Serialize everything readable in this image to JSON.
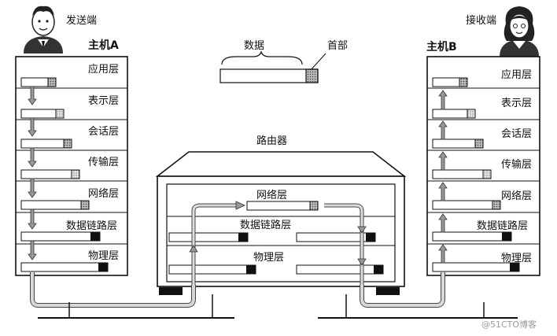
{
  "sender": {
    "role": "发送端",
    "host": "主机A"
  },
  "receiver": {
    "role": "接收端",
    "host": "主机B"
  },
  "legend": {
    "data": "数据",
    "header": "首部"
  },
  "router": {
    "title": "路由器",
    "layers": [
      "网络层",
      "数据链路层",
      "物理层"
    ]
  },
  "host_layers": [
    "应用层",
    "表示层",
    "会话层",
    "传输层",
    "网络层",
    "数据链路层",
    "物理层"
  ],
  "watermark": "@51CTO博客"
}
